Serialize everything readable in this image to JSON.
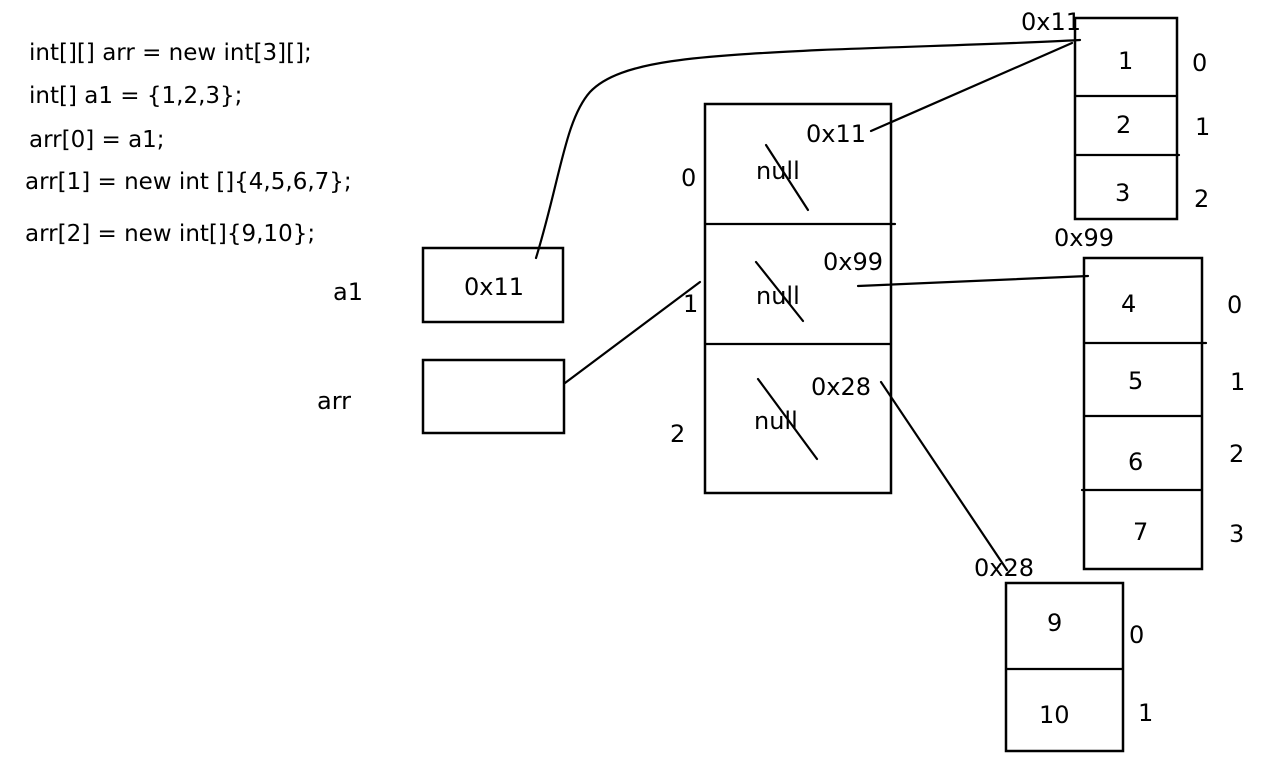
{
  "code": {
    "line1": "int[][] arr = new int[3][];",
    "line2": "int[] a1 = {1,2,3};",
    "line3": "arr[0] = a1;",
    "line4": "arr[1] = new int []{4,5,6,7};",
    "line5": "arr[2] = new int[]{9,10};"
  },
  "vars": {
    "a1": {
      "label": "a1",
      "value": "0x11"
    },
    "arr": {
      "label": "arr",
      "value": ""
    }
  },
  "outer_array": {
    "slots": [
      {
        "index": "0",
        "old": "null",
        "addr": "0x11"
      },
      {
        "index": "1",
        "old": "null",
        "addr": "0x99"
      },
      {
        "index": "2",
        "old": "null",
        "addr": "0x28"
      }
    ]
  },
  "array_a": {
    "addr": "0x11",
    "cells": [
      "1",
      "2",
      "3"
    ],
    "indices": [
      "0",
      "1",
      "2"
    ]
  },
  "array_b": {
    "addr": "0x99",
    "cells": [
      "4",
      "5",
      "6",
      "7"
    ],
    "indices": [
      "0",
      "1",
      "2",
      "3"
    ]
  },
  "array_c": {
    "addr": "0x28",
    "cells": [
      "9",
      "10"
    ],
    "indices": [
      "0",
      "1"
    ]
  }
}
